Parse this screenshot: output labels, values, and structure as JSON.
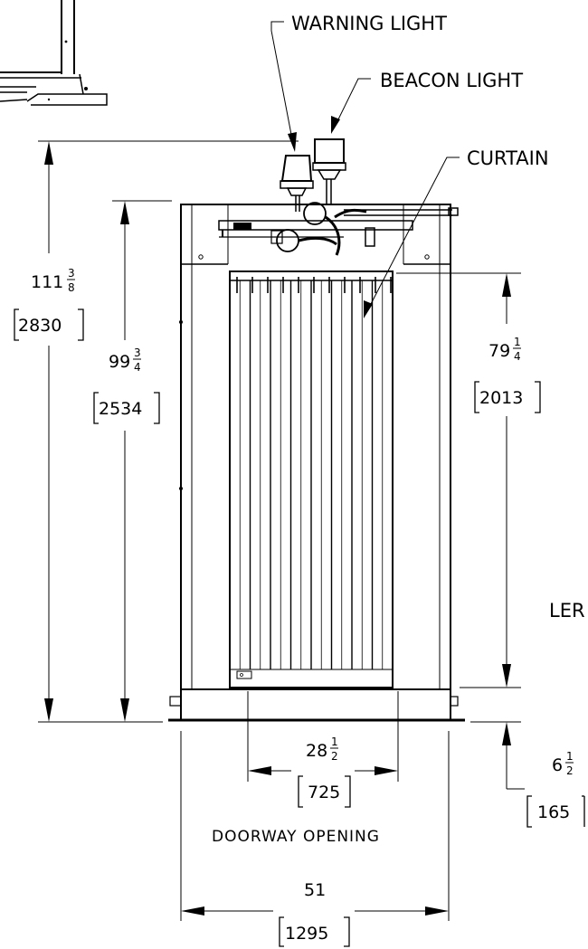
{
  "callouts": {
    "warning_light": "WARNING LIGHT",
    "beacon_light": "BEACON LIGHT",
    "curtain": "CURTAIN",
    "ler_fragment": "LER"
  },
  "dimensions": {
    "overall_height": {
      "whole": "111",
      "num": "3",
      "den": "8",
      "metric": "2830"
    },
    "frame_height": {
      "whole": "99",
      "num": "3",
      "den": "4",
      "metric": "2534"
    },
    "curtain_height": {
      "whole": "79",
      "num": "1",
      "den": "4",
      "metric": "2013"
    },
    "doorway_width": {
      "whole": "28",
      "num": "1",
      "den": "2",
      "metric": "725"
    },
    "base_height": {
      "whole": "6",
      "num": "1",
      "den": "2",
      "metric": "165"
    },
    "overall_width": {
      "whole": "51",
      "metric": "1295"
    }
  },
  "doorway_label": "DOORWAY OPENING"
}
